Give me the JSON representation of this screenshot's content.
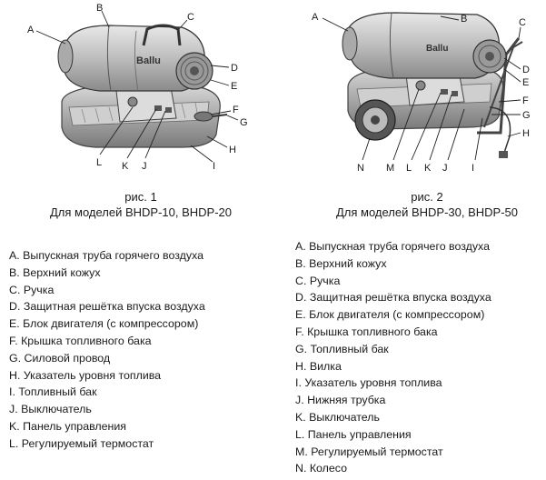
{
  "figure1": {
    "caption_number": "рис. 1",
    "caption_models": "Для моделей BHDP-10, BHDP-20",
    "brand": "Ballu",
    "markers": {
      "A": "A",
      "B": "B",
      "C": "C",
      "D": "D",
      "E": "E",
      "F": "F",
      "G": "G",
      "H": "H",
      "I": "I",
      "J": "J",
      "K": "K",
      "L": "L"
    },
    "legend": [
      "A. Выпускная труба горячего воздуха",
      "B. Верхний кожух",
      "C. Ручка",
      "D. Защитная решётка впуска воздуха",
      "E. Блок двигателя (с компрессором)",
      "F. Крышка топливного бака",
      "G. Силовой провод",
      "H. Указатель уровня топлива",
      "I.  Топливный бак",
      "J. Выключатель",
      "K. Панель управления",
      "L. Регулируемый термостат"
    ]
  },
  "figure2": {
    "caption_number": "рис. 2",
    "caption_models": "Для моделей BHDP-30, BHDP-50",
    "brand": "Ballu",
    "markers": {
      "A": "A",
      "B": "B",
      "C": "C",
      "D": "D",
      "E": "E",
      "F": "F",
      "G": "G",
      "H": "H",
      "I": "I",
      "J": "J",
      "K": "K",
      "L": "L",
      "M": "M",
      "N": "N"
    },
    "legend": [
      "A. Выпускная труба горячего воздуха",
      "B. Верхний кожух",
      "C. Ручка",
      "D. Защитная решётка впуска воздуха",
      "E. Блок двигателя (с компрессором)",
      "F. Крышка топливного бака",
      "G. Топливный бак",
      "H. Вилка",
      "I.  Указатель уровня топлива",
      "J.  Нижняя трубка",
      "K. Выключатель",
      "L. Панель управления",
      "M. Регулируемый термостат",
      "N. Колесо"
    ]
  }
}
